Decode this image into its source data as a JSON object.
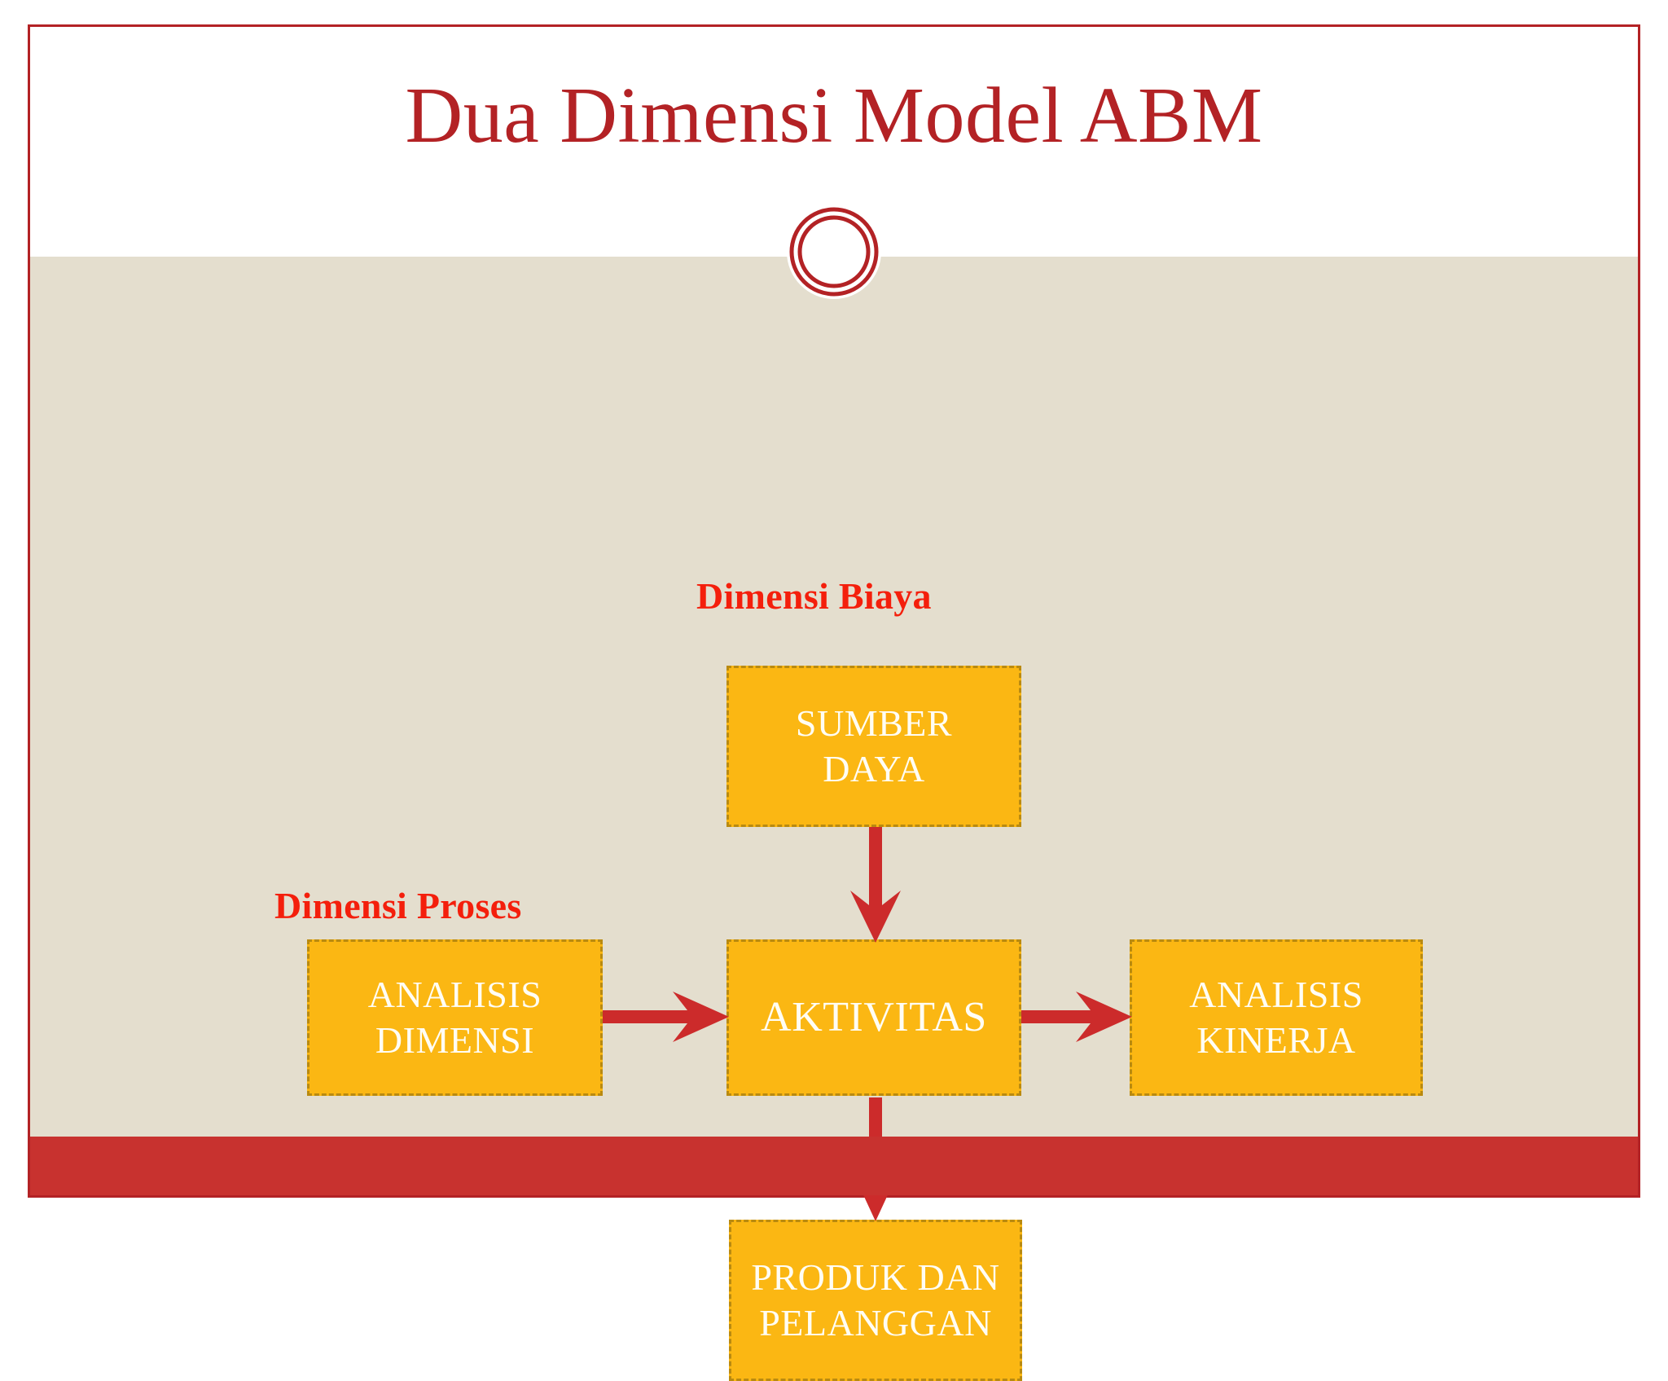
{
  "slide": {
    "title": "Dua Dimensi Model ABM",
    "accent_red": "#B32225",
    "bright_red": "#F41F0C",
    "footer_red": "#C8322F",
    "body_bg": "#E4DECE",
    "node_fill": "#FBB713",
    "node_border": "#B98A10",
    "node_text": "#FFFDF4",
    "arrow_color": "#CC2B2B"
  },
  "labels": {
    "dimensi_biaya": "Dimensi Biaya",
    "dimensi_proses": "Dimensi Proses"
  },
  "nodes": {
    "sumber_daya": "SUMBER\nDAYA",
    "analisis_dimensi": "ANALISIS\nDIMENSI",
    "aktivitas": "AKTIVITAS",
    "analisis_kinerja": "ANALISIS\nKINERJA",
    "produk_pelanggan": "PRODUK DAN\nPELANGGAN"
  },
  "arrows": [
    {
      "name": "sumber-daya-to-aktivitas",
      "from": "SUMBER DAYA",
      "to": "AKTIVITAS",
      "direction": "down"
    },
    {
      "name": "analisis-dimensi-to-aktivitas",
      "from": "ANALISIS DIMENSI",
      "to": "AKTIVITAS",
      "direction": "right"
    },
    {
      "name": "aktivitas-to-analisis-kinerja",
      "from": "AKTIVITAS",
      "to": "ANALISIS KINERJA",
      "direction": "right"
    },
    {
      "name": "aktivitas-to-produk-pelanggan",
      "from": "AKTIVITAS",
      "to": "PRODUK DAN PELANGGAN",
      "direction": "down"
    }
  ],
  "ornament": {
    "circle_icon": "double-ring-circle-icon"
  }
}
